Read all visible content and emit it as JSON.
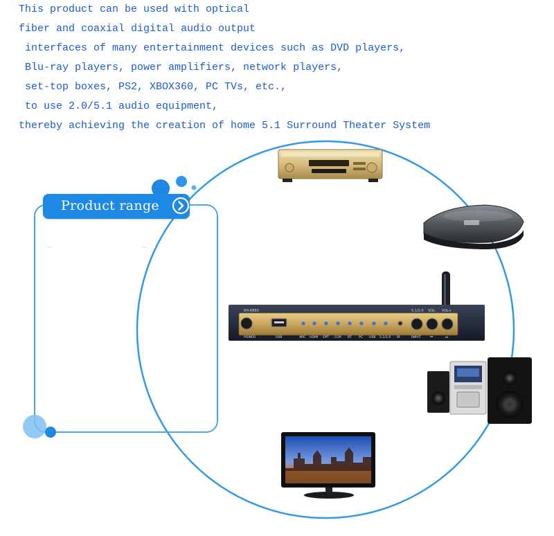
{
  "description_lines": [
    "This product can be used with optical",
    "fiber and coaxial digital audio output",
    " interfaces of many entertainment devices such as DVD players,",
    " Blu-ray players, power amplifiers, network players,",
    " set-top boxes, PS2, XBOX360, PC TVs, etc.,",
    " to use 2.0/5.1 audio equipment,",
    "thereby achieving the creation of home 5.1 Surround Theater System"
  ],
  "product_range_label": "Product range",
  "decoder": {
    "model": "RH-688X",
    "mode_label": "5.1/2.0",
    "vol_minus": "VOL-",
    "vol_plus": "VOL+",
    "labels": [
      "POWER",
      "USB",
      "ARC",
      "HDMI",
      "OPT",
      "COA",
      "BT",
      "PC",
      "USB",
      "5.1/2.0",
      "IR",
      "INPUT",
      "⏮",
      "⏭"
    ]
  },
  "colors": {
    "text": "#1a5ad6",
    "accent": "#1e88e5",
    "circle": "#3399e6",
    "frame": "#4aa3ee"
  }
}
